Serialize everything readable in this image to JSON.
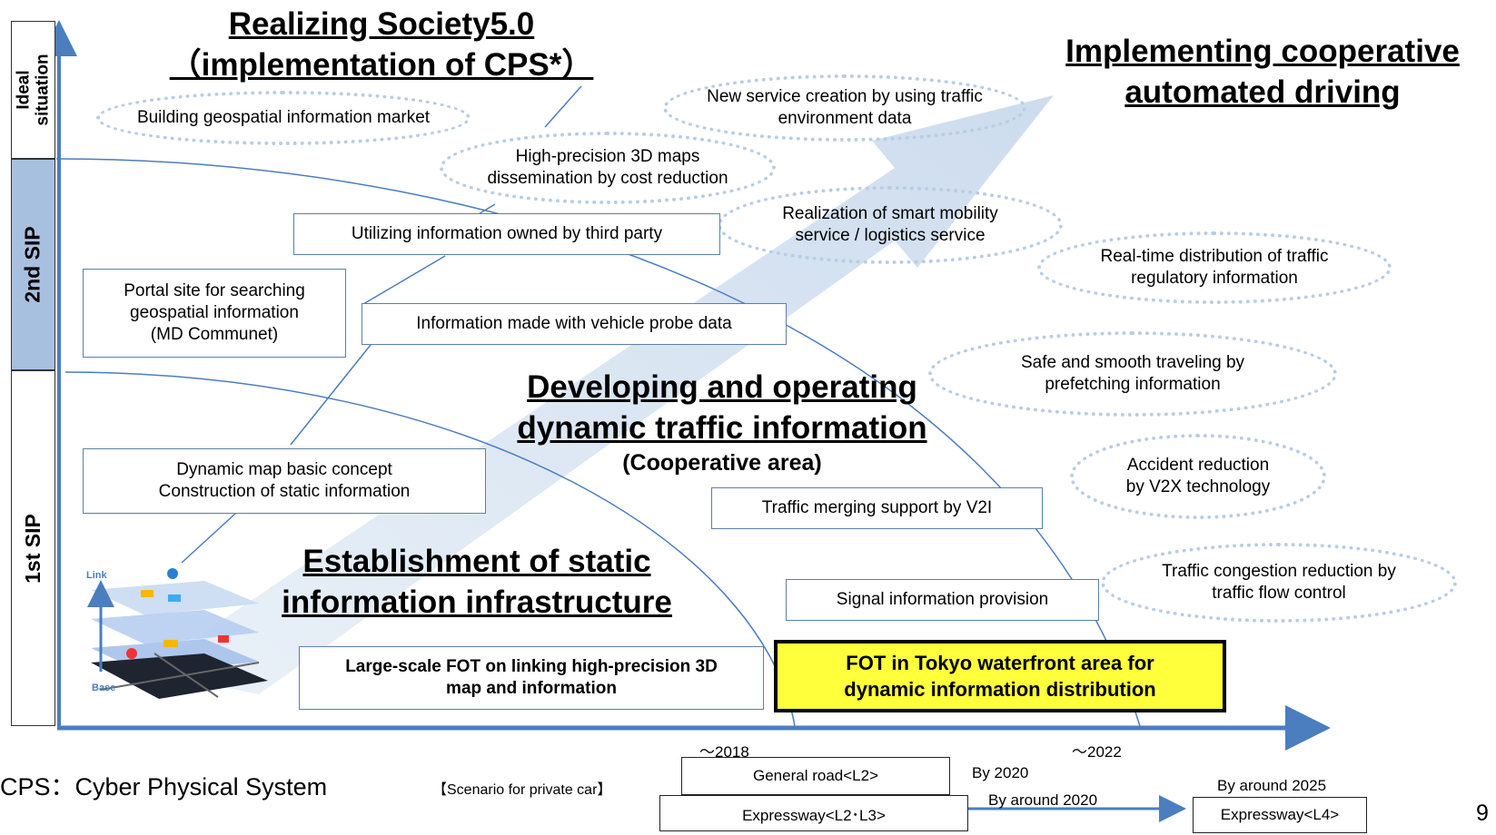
{
  "title": {
    "society": "Realizing  Society5.0\n（implementation of CPS*）",
    "cooperative": "Implementing cooperative\nautomated driving"
  },
  "sidebar": {
    "ideal": "Ideal\nsituation",
    "second_sip": "2nd SIP",
    "first_sip": "1st SIP"
  },
  "areas": {
    "dynamic_heading": "Developing and operating\ndynamic traffic information",
    "dynamic_sub": "(Cooperative area)",
    "static_heading": "Establishment of static\ninformation infrastructure"
  },
  "boxes": {
    "third_party": "Utilizing information owned by third party",
    "portal_site": "Portal site for searching\ngeospatial information\n(MD Communet)",
    "probe_data": "Information made with vehicle probe data",
    "dynamic_map": "Dynamic map basic concept\nConstruction of static information",
    "merging": "Traffic merging support by V2I",
    "signal": "Signal information provision",
    "large_fot": "Large-scale FOT on linking high-precision 3D\nmap and information",
    "tokyo_fot": "FOT in Tokyo waterfront area for\ndynamic information distribution"
  },
  "ellipses": {
    "geospatial_market": "Building geospatial information market",
    "new_service": "New service creation by using traffic\nenvironment data",
    "maps_3d": "High-precision 3D maps\ndissemination by cost reduction",
    "smart_mobility": "Realization of smart mobility\nservice / logistics service",
    "realtime": "Real-time distribution of traffic\nregulatory information",
    "safe_smooth": "Safe and smooth traveling by\nprefetching information",
    "accident": "Accident reduction\nby V2X technology",
    "congestion": "Traffic congestion reduction by\ntraffic flow control"
  },
  "map_illustration": {
    "link_label": "Link",
    "base_label": "Base"
  },
  "timeline": {
    "y2018": "～2018",
    "y2022": "～2022",
    "general_road": "General road<L2>",
    "expressway_l2l3": "Expressway<L2･L3>",
    "by_2020": "By 2020",
    "by_around_2020": "By around 2020",
    "by_around_2025": "By around 2025",
    "expressway_l4": "Expressway<L4>"
  },
  "footer": {
    "cps_note": "CPS：Cyber Physical System",
    "scenario": "【Scenario for private car】",
    "page_number": "9"
  },
  "colors": {
    "axis": "#4a7ebf",
    "sidebar_2nd": "#a8c0e0",
    "arrow": "#d6e3f1",
    "ellipse_border": "#b8cde3",
    "box_border": "#5b7fa8",
    "highlight": "#ffff3c"
  }
}
